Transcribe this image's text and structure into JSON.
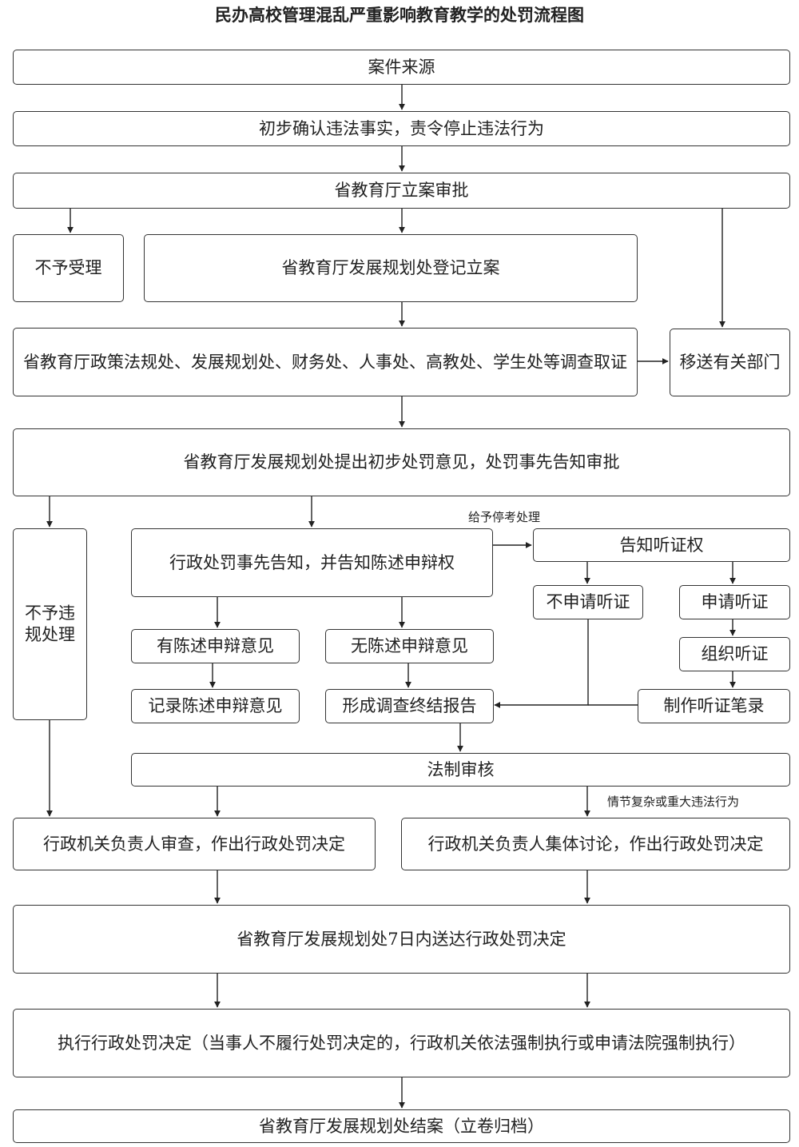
{
  "title": "民办高校管理混乱严重影响教育教学的处罚流程图",
  "nodes": {
    "case_source": "案件来源",
    "preliminary_confirm": "初步确认违法事实，责令停止违法行为",
    "filing_approval": "省教育厅立案审批",
    "not_accepted": "不予受理",
    "register_filing": "省教育厅发展规划处登记立案",
    "investigation": "省教育厅政策法规处、发展规划处、财务处、人事处、高教处、学生处等调查取证",
    "transfer_department": "移送有关部门",
    "preliminary_opinion": "省教育厅发展规划处提出初步处罚意见，处罚事先告知审批",
    "no_violation": "不予违规处理",
    "prior_notice": "行政处罚事先告知，并告知陈述申辩权",
    "notify_hearing_right": "告知听证权",
    "no_hearing_request": "不申请听证",
    "hearing_request": "申请听证",
    "has_statement": "有陈述申辩意见",
    "no_statement": "无陈述申辩意见",
    "organize_hearing": "组织听证",
    "record_statement": "记录陈述申辩意见",
    "final_report": "形成调查终结报告",
    "hearing_transcript": "制作听证笔录",
    "legal_review": "法制审核",
    "leader_review": "行政机关负责人审查，作出行政处罚决定",
    "collective_discussion": "行政机关负责人集体讨论，作出行政处罚决定",
    "delivery": "省教育厅发展规划处7日内送达行政处罚决定",
    "execution": "执行行政处罚决定（当事人不履行处罚决定的，行政机关依法强制执行或申请法院强制执行）",
    "closing": "省教育厅发展规划处结案（立卷归档）"
  },
  "labels": {
    "suspension": "给予停考处理",
    "complex_case": "情节复杂或重大违法行为"
  }
}
